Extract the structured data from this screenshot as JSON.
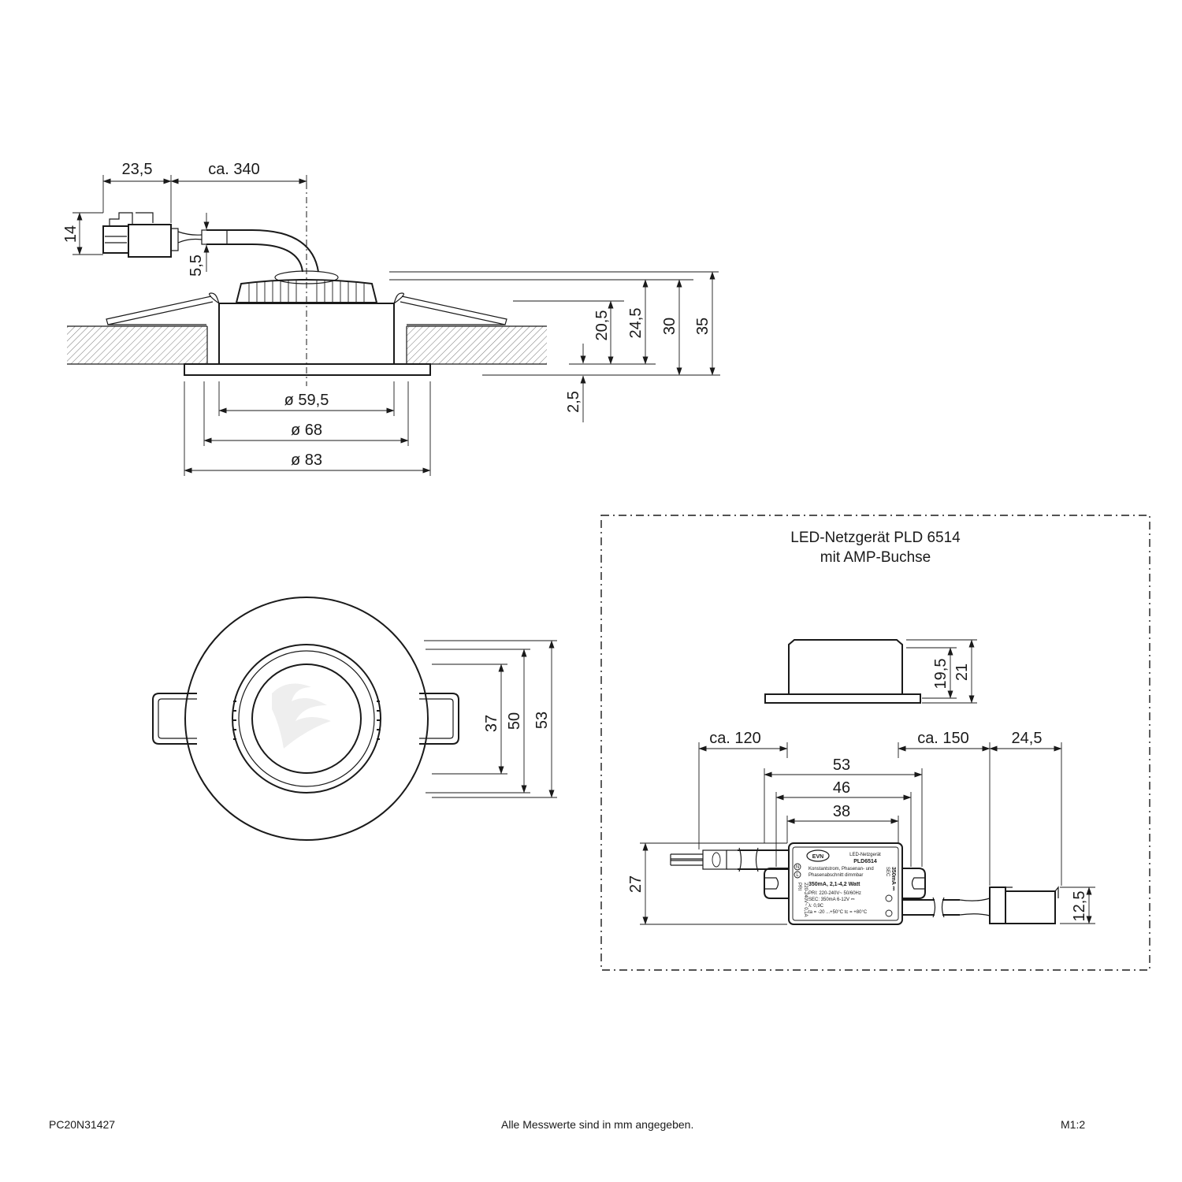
{
  "side_view": {
    "dims": {
      "connector_len": "23,5",
      "cable_len": "ca. 340",
      "connector_height": "14",
      "cable_dia": "5,5",
      "d_59_5": "ø 59,5",
      "d_68": "ø 68",
      "d_83": "ø 83",
      "h_20_5": "20,5",
      "h_24_5": "24,5",
      "h_30": "30",
      "h_35": "35",
      "h_2_5": "2,5"
    }
  },
  "top_view": {
    "dims": {
      "d_37": "37",
      "d_50": "50",
      "d_53": "53"
    }
  },
  "psu_box": {
    "title_line1": "LED-Netzgerät PLD 6514",
    "title_line2": "mit AMP-Buchse",
    "dims": {
      "h_19_5": "19,5",
      "h_21": "21",
      "cable_in": "ca. 120",
      "cable_out": "ca. 150",
      "plug_len": "24,5",
      "w_53": "53",
      "w_46": "46",
      "w_38": "38",
      "h_27": "27",
      "plug_h": "12,5"
    },
    "label": {
      "brand": "EVN",
      "type_line": "LED-Netzgerät",
      "model": "PLD6514",
      "desc1": "Konstantstrom, Phasenan- und",
      "desc2": "Phasenabschnitt dimmbar",
      "power": "350mA, 2,1-4,2 Watt",
      "pri": "PRI: 220-240V~ 50/60Hz",
      "sec": "SEC: 350mA  6-12V ⎓",
      "lambda": "λ: 0,9C",
      "temp": "ta = -20 ...+50°C  tc = +80°C",
      "pri_side": "PRI",
      "pri_side_v": "220-240V~ 0,1A",
      "sec_side": "SEC",
      "sec_side_v": "350mA ⎓",
      "n": "N",
      "l": "L"
    }
  },
  "footer": {
    "article": "PC20N31427",
    "note": "Alle Messwerte sind in mm angegeben.",
    "scale": "M1:2"
  }
}
